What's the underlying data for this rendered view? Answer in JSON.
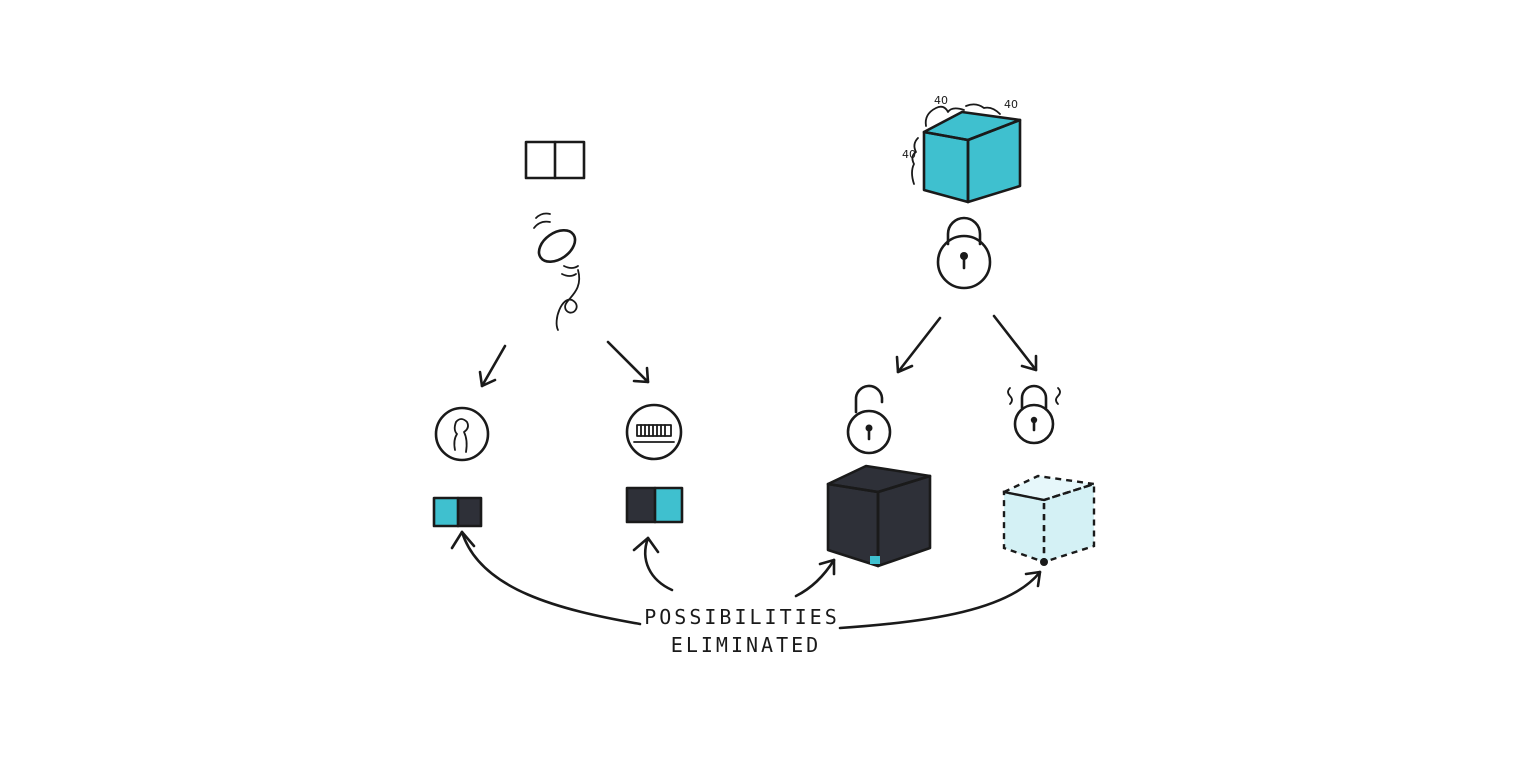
{
  "caption": {
    "line1": "POSSIBILITIES",
    "line2": "ELIMINATED"
  },
  "cube_dimensions": {
    "depth": "40",
    "width": "40",
    "height": "40"
  },
  "colors": {
    "ink": "#1a1a1a",
    "cyan": "#3fc0cf",
    "light_cyan": "#bfe9f0",
    "coin_red": "#d0394a",
    "coin_pink": "#e98a95",
    "lock_gold": "#e0a93a",
    "dark_cube": "#2e3038"
  }
}
